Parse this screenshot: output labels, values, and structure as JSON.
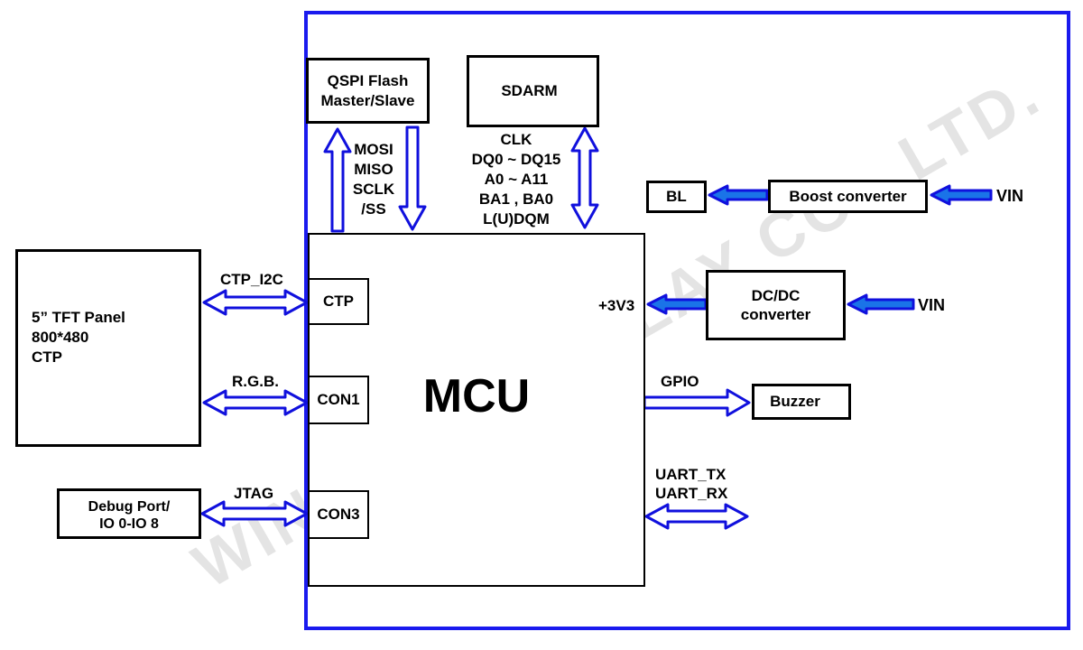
{
  "watermark": "WINSTAR DISPLAY CO., LTD.",
  "colors": {
    "boundary": "#1a1aee",
    "arrow_fill": "#1a73e8",
    "arrow_stroke": "#1010dd",
    "line": "#000000"
  },
  "blocks": {
    "mcu": "MCU",
    "qspi_line1": "QSPI Flash",
    "qspi_line2": "Master/Slave",
    "sdram": "SDARM",
    "bl": "BL",
    "boost": "Boost converter",
    "dcdc_line1": "DC/DC",
    "dcdc_line2": "converter",
    "buzzer": "Buzzer",
    "ctp": "CTP",
    "con1": "CON1",
    "con3": "CON3",
    "tft_line1": "5” TFT Panel",
    "tft_line2": "800*480",
    "tft_line3": "CTP",
    "debug_line1": "Debug Port/",
    "debug_line2": "IO 0-IO 8"
  },
  "signals": {
    "spi": [
      "MOSI",
      "MISO",
      "SCLK",
      "/SS"
    ],
    "sdram": [
      "CLK",
      "DQ0 ~ DQ15",
      "A0 ~ A11",
      "BA1 , BA0",
      "L(U)DQM"
    ],
    "ctp_i2c": "CTP_I2C",
    "rgb": "R.G.B.",
    "jtag": "JTAG",
    "vin_boost": "VIN",
    "vin_dcdc": "VIN",
    "v3v3": "+3V3",
    "gpio": "GPIO",
    "uart_tx": "UART_TX",
    "uart_rx": "UART_RX"
  }
}
